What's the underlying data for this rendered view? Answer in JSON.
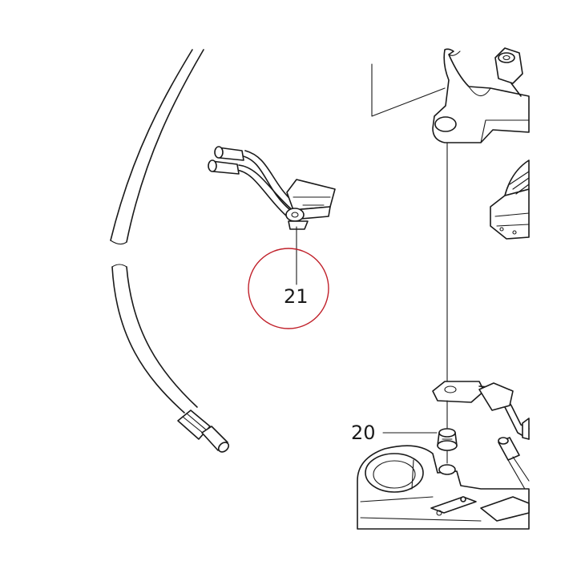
{
  "callouts": [
    {
      "id": "part-21",
      "label": "21",
      "highlighted": true
    },
    {
      "id": "part-20",
      "label": "20",
      "highlighted": false
    }
  ],
  "colors": {
    "line": "#1a1a1a",
    "highlight_circle": "#c0202a",
    "background": "#ffffff"
  }
}
